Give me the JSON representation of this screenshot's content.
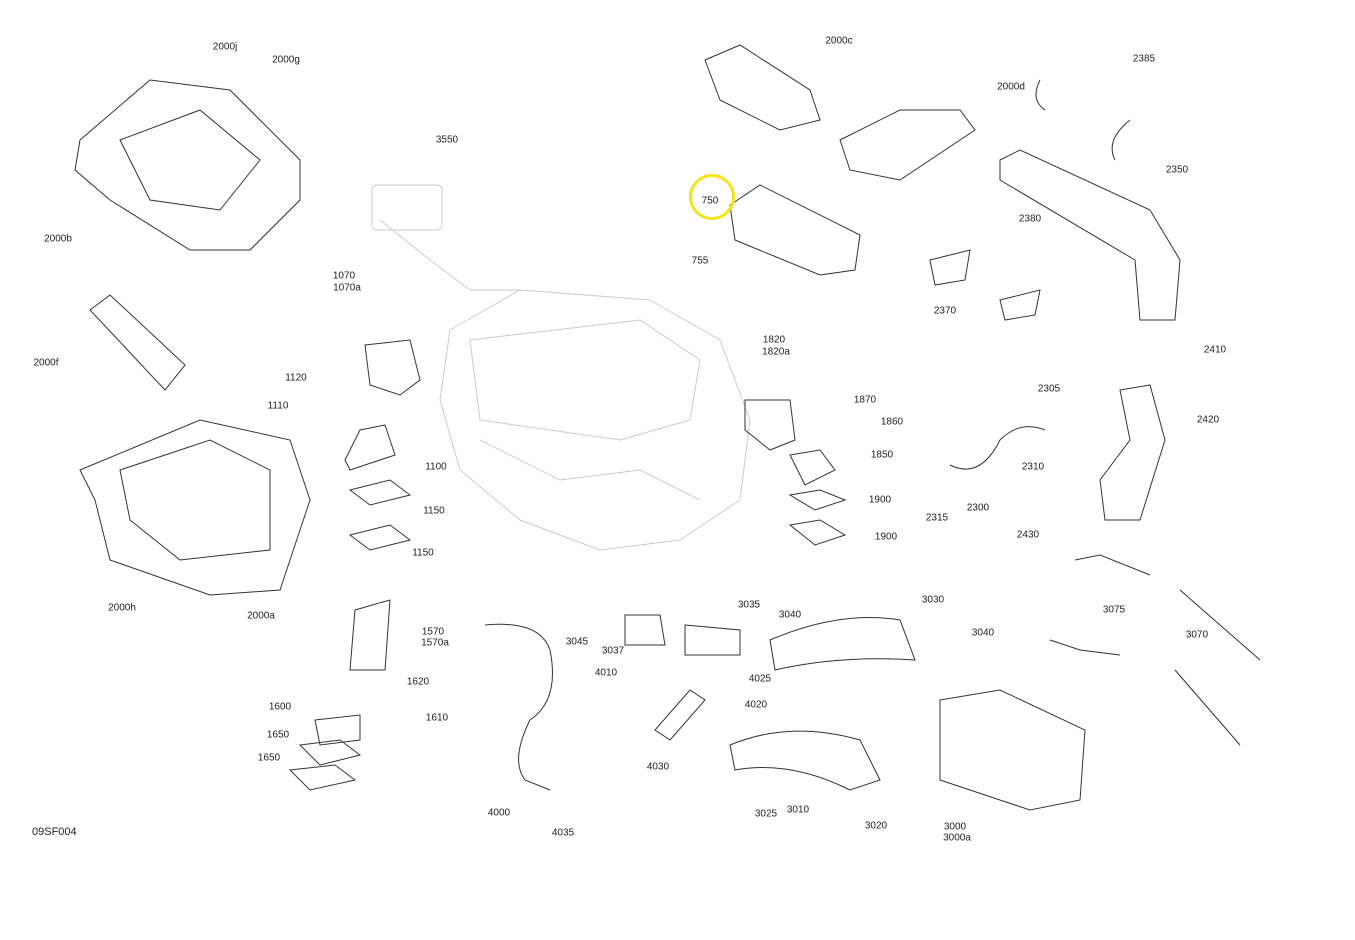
{
  "diagram_code": "09SF004",
  "highlight_color": "#f5e21b",
  "highlighted_part": "750",
  "labels": [
    "2000j",
    "2000g",
    "2000b",
    "3550",
    "2000c",
    "2000d",
    "2385",
    "2350",
    "750",
    "755",
    "2380",
    "2370",
    "1070",
    "1070a",
    "2000f",
    "1820",
    "1820a",
    "2410",
    "1120",
    "1110",
    "2305",
    "1870",
    "1860",
    "2420",
    "1100",
    "1850",
    "2310",
    "1900",
    "1150",
    "2315",
    "2300",
    "2430",
    "1900",
    "1150",
    "3075",
    "3070",
    "3035",
    "3030",
    "3040",
    "2000h",
    "2000a",
    "1570",
    "1570a",
    "3045",
    "3037",
    "4010",
    "3040",
    "4025",
    "1620",
    "1600",
    "1610",
    "4020",
    "1650",
    "1650",
    "4030",
    "3010",
    "3025",
    "4000",
    "3020",
    "3000",
    "3000a",
    "4035"
  ]
}
